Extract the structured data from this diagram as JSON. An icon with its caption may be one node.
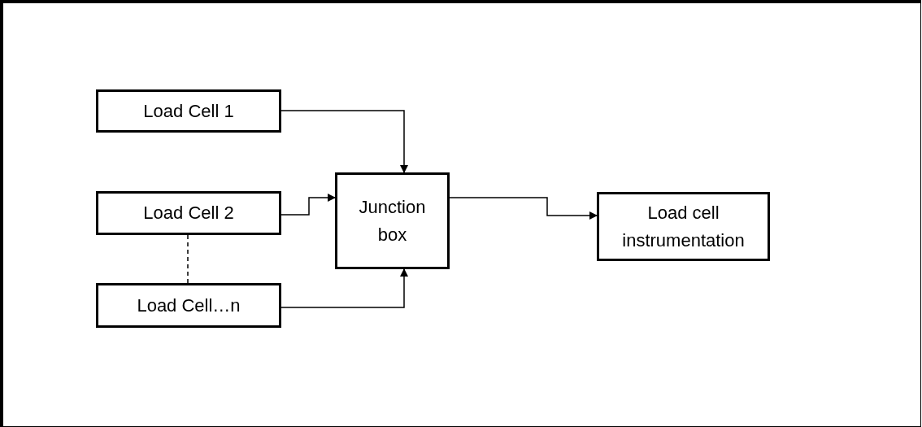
{
  "diagram": {
    "nodes": [
      {
        "text": [
          "Load Cell 1"
        ]
      },
      {
        "text": [
          "Load Cell 2"
        ]
      },
      {
        "text": [
          "Load Cell…n"
        ]
      },
      {
        "text": [
          "Junction box"
        ]
      },
      {
        "text": [
          "Load cell instrumentation"
        ]
      }
    ],
    "edges": [
      {
        "from": 0,
        "to": 3,
        "arrow": "to"
      },
      {
        "from": 1,
        "to": 3,
        "arrow": "to"
      },
      {
        "from": 2,
        "to": 3,
        "arrow": "to"
      },
      {
        "from": 3,
        "to": 4,
        "arrow": "to"
      },
      {
        "from": 1,
        "to": 2,
        "arrow": "none",
        "style": "dashed"
      }
    ]
  }
}
